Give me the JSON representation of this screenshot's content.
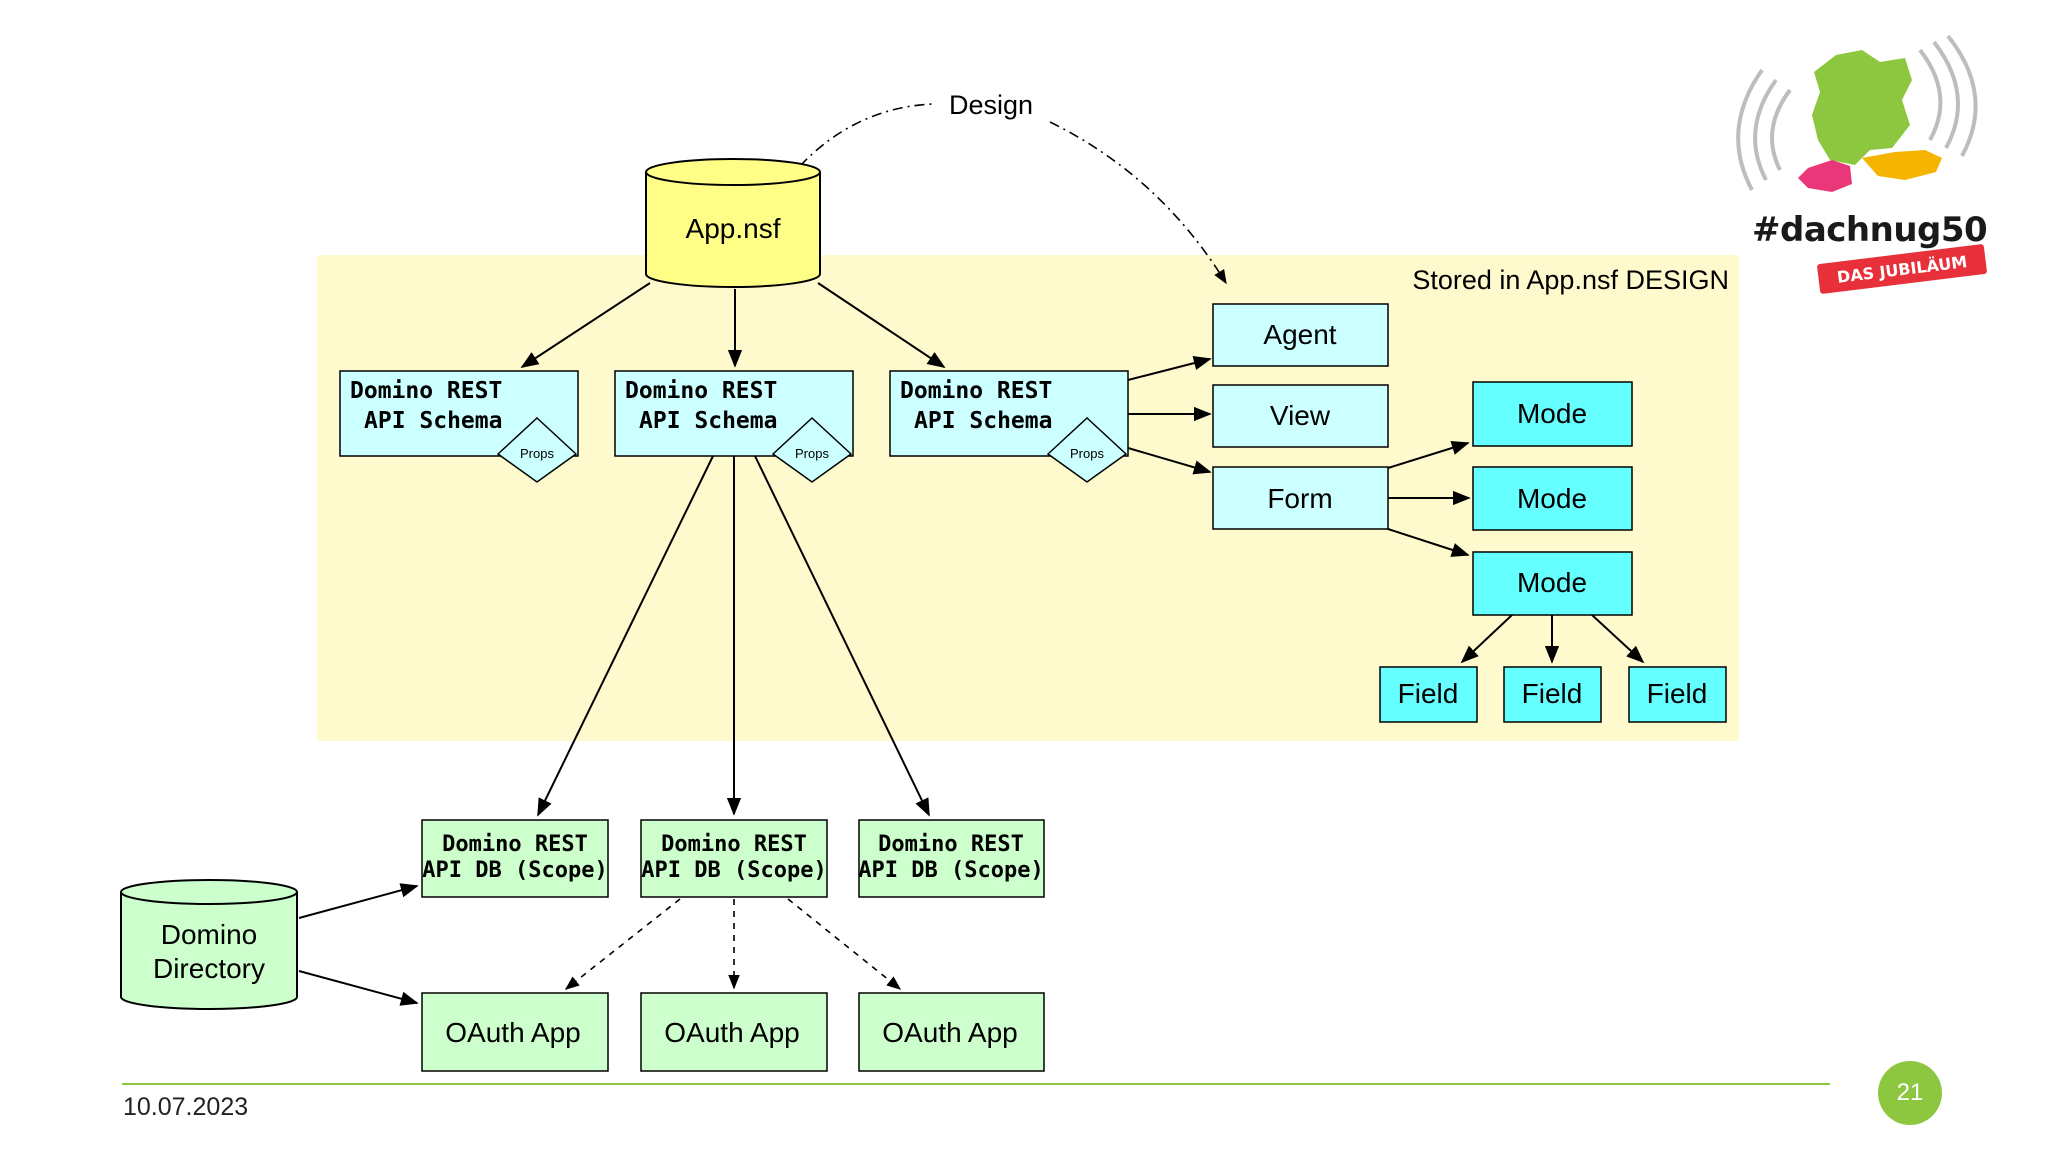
{
  "design_label": "Design",
  "app_db": "App.nsf",
  "stored_region_label": "Stored in App.nsf DESIGN",
  "schemas": [
    {
      "line1": "Domino REST",
      "line2": "API Schema",
      "badge": "Props"
    },
    {
      "line1": "Domino REST",
      "line2": "API Schema",
      "badge": "Props"
    },
    {
      "line1": "Domino REST",
      "line2": "API Schema",
      "badge": "Props"
    }
  ],
  "design_elements": {
    "agent": "Agent",
    "view": "View",
    "form": "Form"
  },
  "modes": [
    "Mode",
    "Mode",
    "Mode"
  ],
  "fields": [
    "Field",
    "Field",
    "Field"
  ],
  "scopes": [
    {
      "line1": "Domino REST",
      "line2": "API DB (Scope)"
    },
    {
      "line1": "Domino REST",
      "line2": "API DB (Scope)"
    },
    {
      "line1": "Domino REST",
      "line2": "API DB (Scope)"
    }
  ],
  "directory": {
    "line1": "Domino",
    "line2": "Directory"
  },
  "oauth_apps": [
    "OAuth App",
    "OAuth App",
    "OAuth App"
  ],
  "footer": {
    "date": "10.07.2023",
    "page": "21"
  },
  "logo": {
    "hashtag": "#dachnug50",
    "ribbon": "DAS JUBILÄUM"
  },
  "colors": {
    "yellow_region": "#fffacd",
    "app_db_fill": "#ffff88",
    "cyan_box": "#ccffff",
    "mode_box": "#66ffff",
    "green_box": "#ccffcc",
    "accent_green": "#8dc63f",
    "ribbon_red": "#e8303a"
  }
}
